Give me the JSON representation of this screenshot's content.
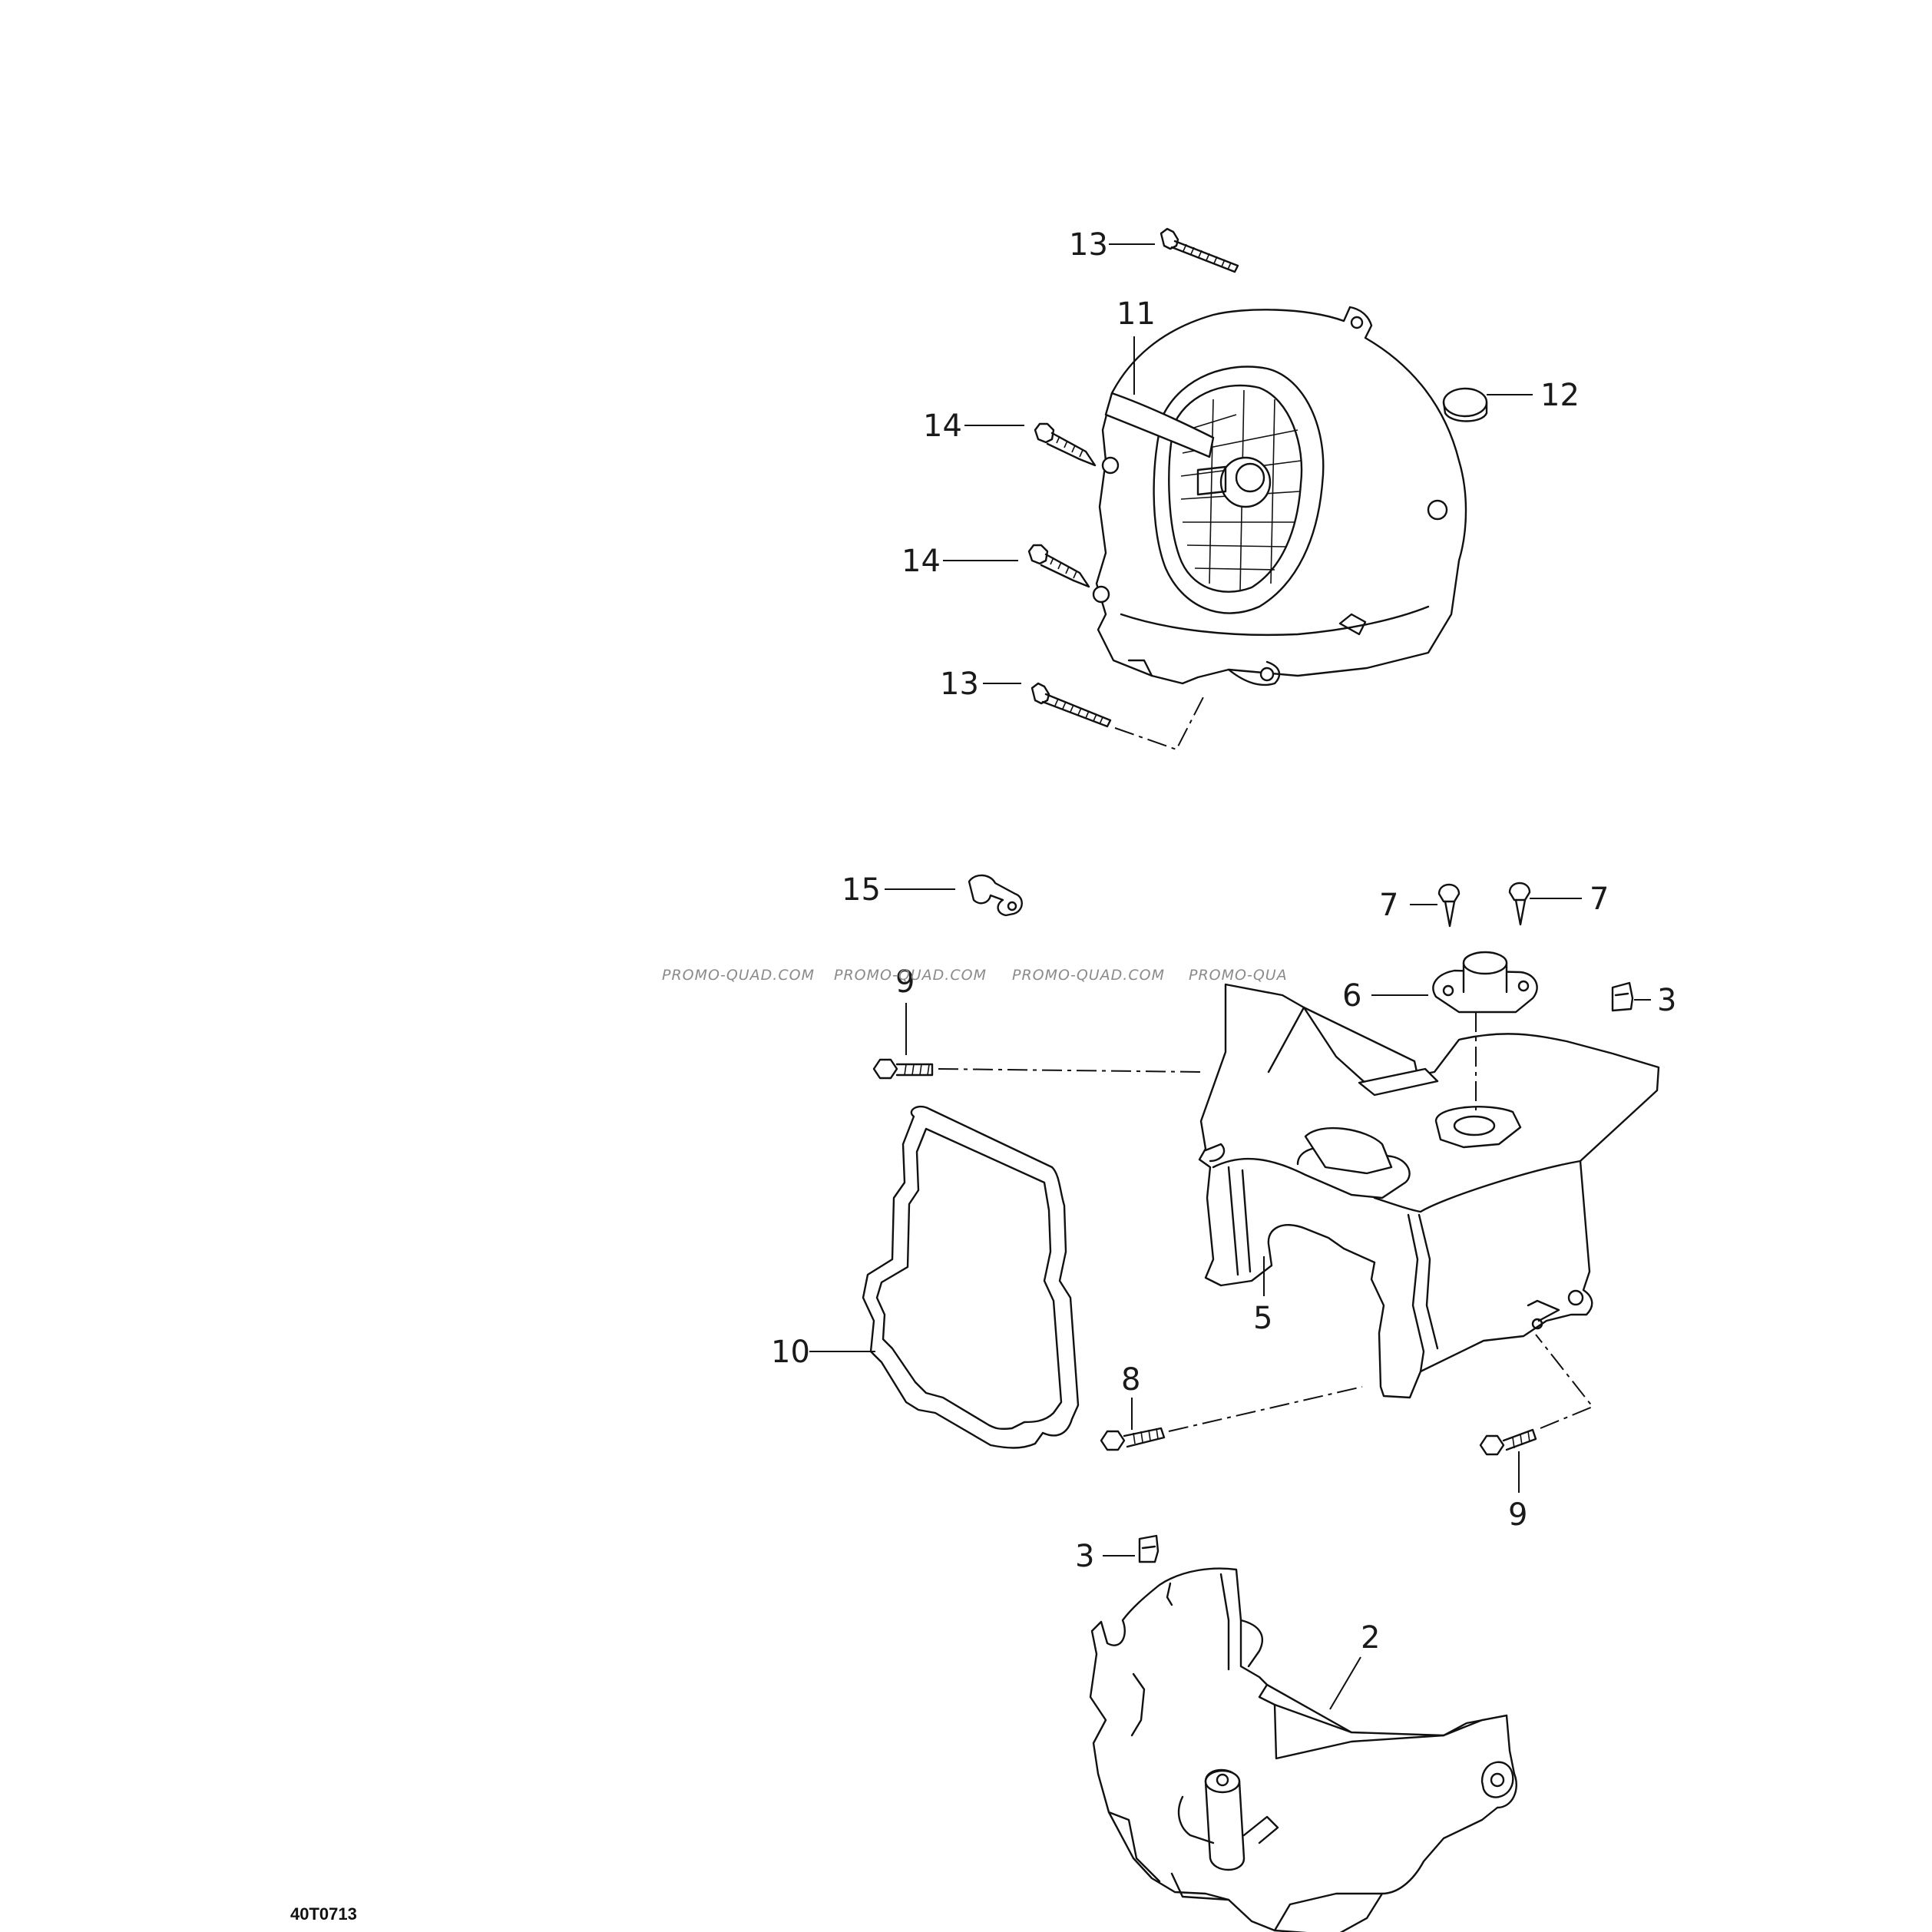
{
  "drawing_code": "40T0713",
  "watermarks": [
    "PROMO-QUAD.COM",
    "PROMO-QUAD.COM",
    "PROMO-QUAD.COM",
    "PROMO-QUA"
  ],
  "callouts": [
    {
      "id": "c13a",
      "label": "13"
    },
    {
      "id": "c11",
      "label": "11"
    },
    {
      "id": "c12",
      "label": "12"
    },
    {
      "id": "c14a",
      "label": "14"
    },
    {
      "id": "c14b",
      "label": "14"
    },
    {
      "id": "c13b",
      "label": "13"
    },
    {
      "id": "c15",
      "label": "15"
    },
    {
      "id": "c7a",
      "label": "7"
    },
    {
      "id": "c7b",
      "label": "7"
    },
    {
      "id": "c9a",
      "label": "9"
    },
    {
      "id": "c6",
      "label": "6"
    },
    {
      "id": "c3a",
      "label": "3"
    },
    {
      "id": "c5",
      "label": "5"
    },
    {
      "id": "c10",
      "label": "10"
    },
    {
      "id": "c8",
      "label": "8"
    },
    {
      "id": "c9b",
      "label": "9"
    },
    {
      "id": "c3b",
      "label": "3"
    },
    {
      "id": "c2",
      "label": "2"
    }
  ]
}
